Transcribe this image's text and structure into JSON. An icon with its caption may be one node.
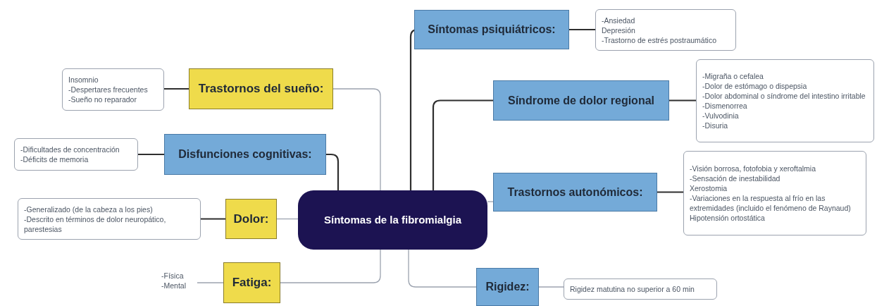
{
  "diagram": {
    "nodes": [
      {
        "text": [
          "Síntomas de la fibromialgia"
        ]
      },
      {
        "text": [
          "Trastornos del sueño:"
        ]
      },
      {
        "text": [
          "Insomnio",
          "-Despertares frecuentes",
          "-Sueño no reparador"
        ]
      },
      {
        "text": [
          "Disfunciones cognitivas:"
        ]
      },
      {
        "text": [
          "-Dificultades de concentración",
          "-Déficits de memoria"
        ]
      },
      {
        "text": [
          "Dolor:"
        ]
      },
      {
        "text": [
          "-Generalizado (de la cabeza a los pies)",
          "-Descrito en términos de dolor neuropático, parestesias"
        ]
      },
      {
        "text": [
          "Fatiga:"
        ]
      },
      {
        "text": [
          "-Física",
          "-Mental"
        ]
      },
      {
        "text": [
          "Síntomas psiquiátricos:"
        ]
      },
      {
        "text": [
          "-Ansiedad",
          "Depresión",
          "-Trastorno de estrés postraumático"
        ]
      },
      {
        "text": [
          "Síndrome de dolor regional"
        ]
      },
      {
        "text": [
          "-Migraña o cefalea",
          "-Dolor de estómago o dispepsia",
          "-Dolor abdominal o síndrome del intestino irritable",
          "-Dismenorrea",
          "-Vulvodinia",
          "-Disuria"
        ]
      },
      {
        "text": [
          "Trastornos autonómicos:"
        ]
      },
      {
        "text": [
          "-Visión borrosa, fotofobia y xeroftalmia",
          "-Sensación de inestabilidad",
          "Xerostomia",
          "-Variaciones en la respuesta al frío en las extremidades (incluido el fenómeno de Raynaud)",
          "Hipotensión ortostática"
        ]
      },
      {
        "text": [
          "Rigidez:"
        ]
      },
      {
        "text": [
          "Rigidez matutina no superior a 60 min"
        ]
      }
    ],
    "edges": [
      {
        "from": 0,
        "to": 1,
        "arrow": "none",
        "color": "#9ca3af"
      },
      {
        "from": 1,
        "to": 2,
        "arrow": "none"
      },
      {
        "from": 0,
        "to": 3,
        "arrow": "none"
      },
      {
        "from": 3,
        "to": 4,
        "arrow": "none"
      },
      {
        "from": 0,
        "to": 5,
        "arrow": "none",
        "color": "#9ca3af"
      },
      {
        "from": 5,
        "to": 6,
        "arrow": "none"
      },
      {
        "from": 0,
        "to": 7,
        "arrow": "none",
        "color": "#9ca3af"
      },
      {
        "from": 7,
        "to": 8,
        "arrow": "none",
        "color": "#9ca3af"
      },
      {
        "from": 0,
        "to": 9,
        "arrow": "none"
      },
      {
        "from": 9,
        "to": 10,
        "arrow": "none"
      },
      {
        "from": 0,
        "to": 11,
        "arrow": "none"
      },
      {
        "from": 11,
        "to": 12,
        "arrow": "none"
      },
      {
        "from": 0,
        "to": 13,
        "arrow": "none",
        "color": "#9ca3af"
      },
      {
        "from": 13,
        "to": 14,
        "arrow": "none"
      },
      {
        "from": 0,
        "to": 15,
        "arrow": "none",
        "color": "#9ca3af"
      },
      {
        "from": 15,
        "to": 16,
        "arrow": "none",
        "color": "#9ca3af"
      }
    ]
  }
}
